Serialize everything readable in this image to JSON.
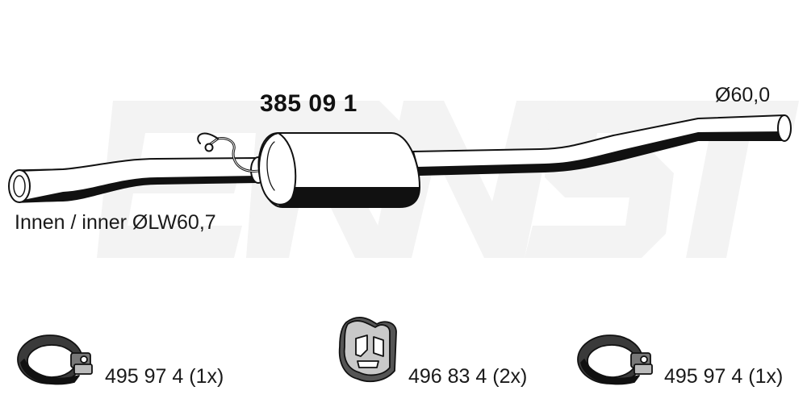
{
  "diagram": {
    "part_number": "385 09 1",
    "outlet_diameter": "Ø60,0",
    "inlet_diameter": "Innen / inner ØLW60,7",
    "watermark_logo_text": "ERNST"
  },
  "accessories": [
    {
      "icon": "pipe-clamp-icon",
      "label": "495 97 4 (1x)"
    },
    {
      "icon": "rubber-mount-icon",
      "label": "496 83 4 (2x)"
    },
    {
      "icon": "pipe-clamp-icon",
      "label": "495 97 4 (1x)"
    }
  ],
  "colors": {
    "ink": "#111111",
    "watermark": "#f2f2f2",
    "paper": "#ffffff"
  }
}
